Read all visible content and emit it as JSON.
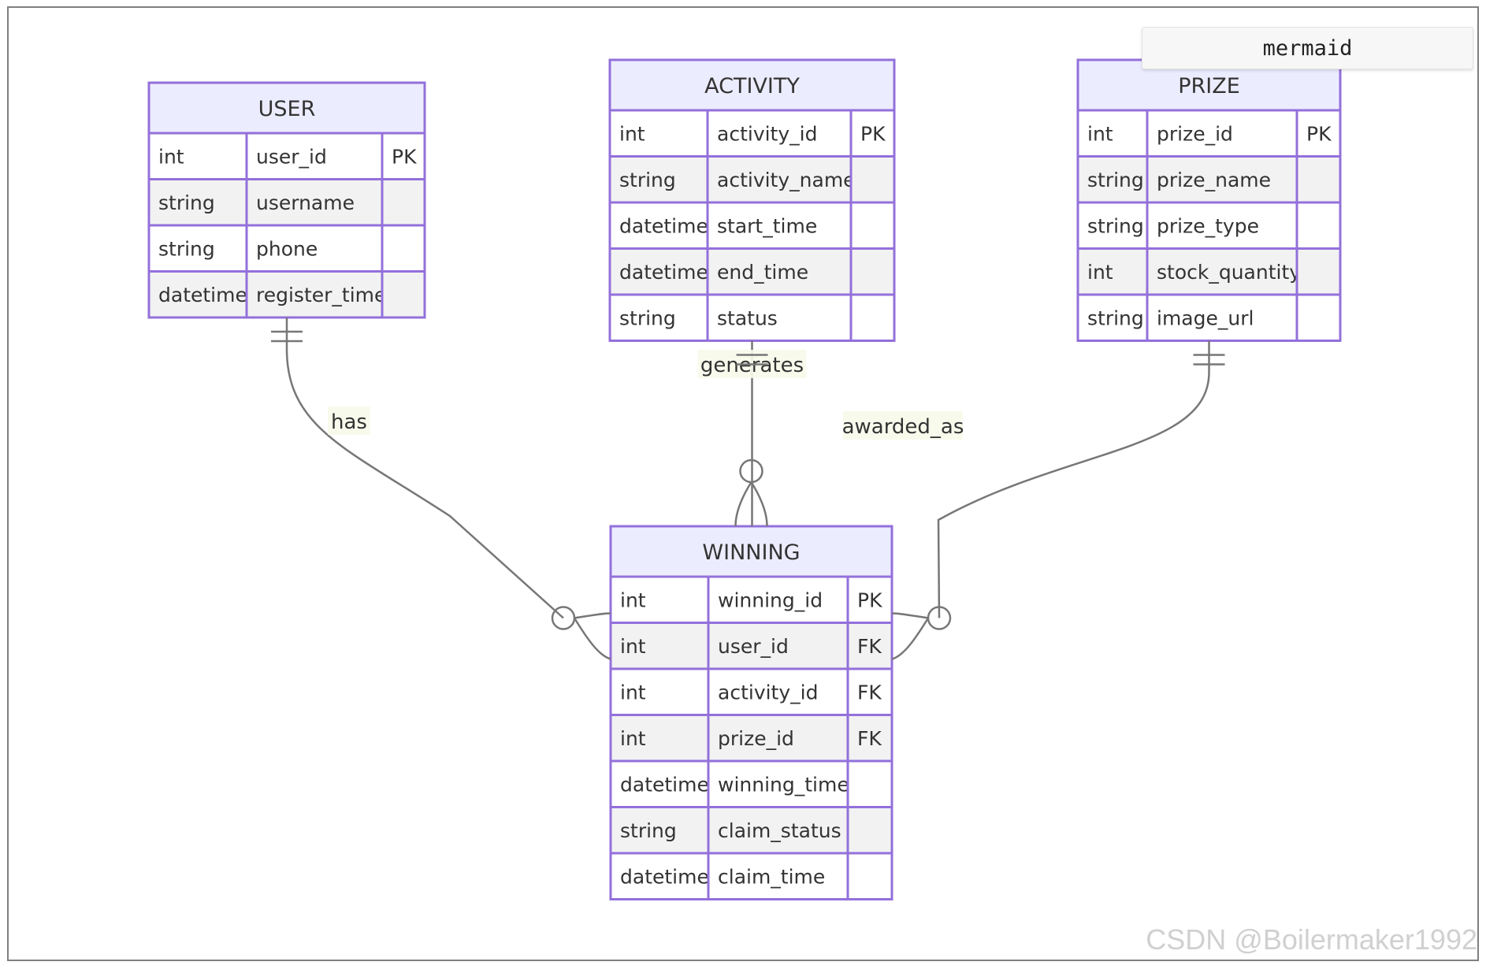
{
  "diagram_tag": "mermaid",
  "watermark": "CSDN @Boilermaker1992",
  "colors": {
    "entity_border": "#9370DB",
    "header_fill": "#ECECFF",
    "row_fill_alt": "#F2F2F2",
    "row_fill": "#FFFFFF",
    "line": "#777777",
    "label_bg": "#F7FBEA",
    "text": "#333333"
  },
  "entities": [
    {
      "key": "user",
      "name": "USER",
      "attributes": [
        {
          "type": "int",
          "name": "user_id",
          "key": "PK"
        },
        {
          "type": "string",
          "name": "username",
          "key": ""
        },
        {
          "type": "string",
          "name": "phone",
          "key": ""
        },
        {
          "type": "datetime",
          "name": "register_time",
          "key": ""
        }
      ]
    },
    {
      "key": "activity",
      "name": "ACTIVITY",
      "attributes": [
        {
          "type": "int",
          "name": "activity_id",
          "key": "PK"
        },
        {
          "type": "string",
          "name": "activity_name",
          "key": ""
        },
        {
          "type": "datetime",
          "name": "start_time",
          "key": ""
        },
        {
          "type": "datetime",
          "name": "end_time",
          "key": ""
        },
        {
          "type": "string",
          "name": "status",
          "key": ""
        }
      ]
    },
    {
      "key": "prize",
      "name": "PRIZE",
      "attributes": [
        {
          "type": "int",
          "name": "prize_id",
          "key": "PK"
        },
        {
          "type": "string",
          "name": "prize_name",
          "key": ""
        },
        {
          "type": "string",
          "name": "prize_type",
          "key": ""
        },
        {
          "type": "int",
          "name": "stock_quantity",
          "key": ""
        },
        {
          "type": "string",
          "name": "image_url",
          "key": ""
        }
      ]
    },
    {
      "key": "winning",
      "name": "WINNING",
      "attributes": [
        {
          "type": "int",
          "name": "winning_id",
          "key": "PK"
        },
        {
          "type": "int",
          "name": "user_id",
          "key": "FK"
        },
        {
          "type": "int",
          "name": "activity_id",
          "key": "FK"
        },
        {
          "type": "int",
          "name": "prize_id",
          "key": "FK"
        },
        {
          "type": "datetime",
          "name": "winning_time",
          "key": ""
        },
        {
          "type": "string",
          "name": "claim_status",
          "key": ""
        },
        {
          "type": "datetime",
          "name": "claim_time",
          "key": ""
        }
      ]
    }
  ],
  "relationships": [
    {
      "key": "has",
      "from": "USER",
      "to": "WINNING",
      "label": "has",
      "from_cardinality": "exactly-one",
      "to_cardinality": "zero-or-more"
    },
    {
      "key": "generates",
      "from": "ACTIVITY",
      "to": "WINNING",
      "label": "generates",
      "from_cardinality": "exactly-one",
      "to_cardinality": "zero-or-more"
    },
    {
      "key": "awarded_as",
      "from": "PRIZE",
      "to": "WINNING",
      "label": "awarded_as",
      "from_cardinality": "exactly-one",
      "to_cardinality": "zero-or-more"
    }
  ]
}
